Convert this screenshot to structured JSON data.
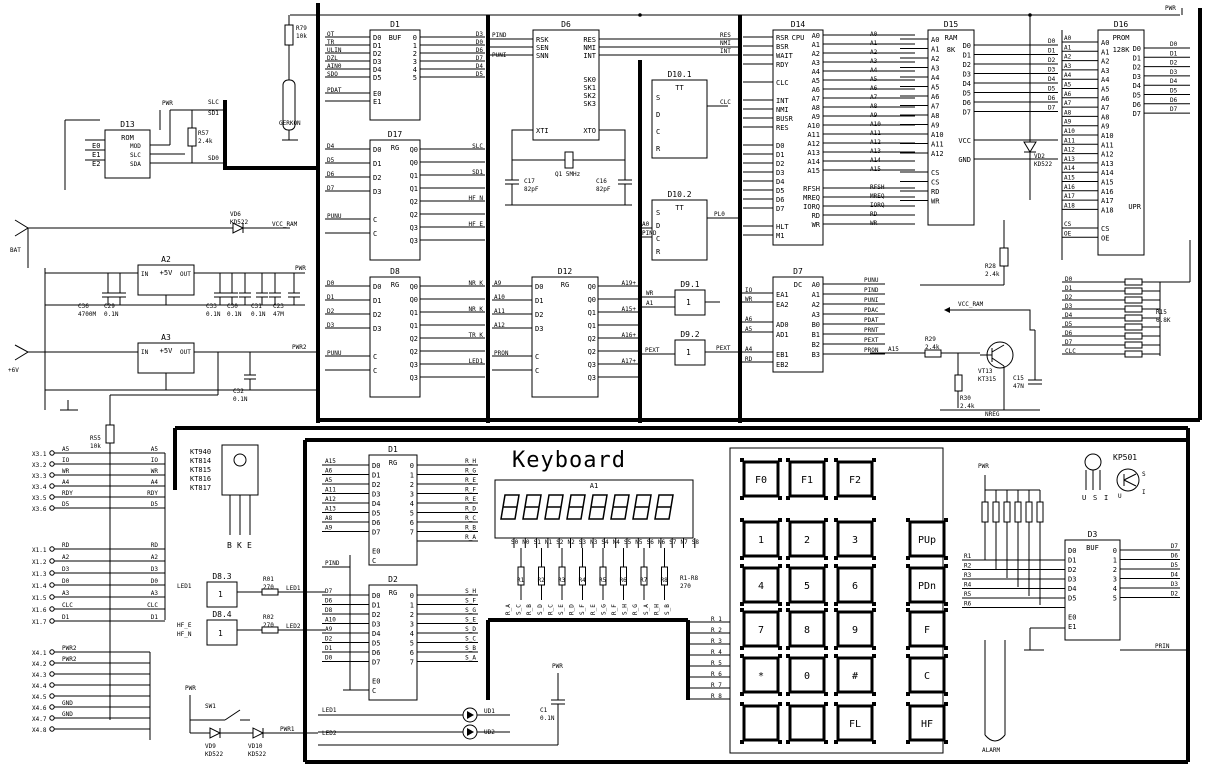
{
  "schematic": {
    "keyboard_title": "Keyboard",
    "chips": {
      "d1": {
        "ref": "D1",
        "type": "BUF"
      },
      "d17": {
        "ref": "D17",
        "type": "RG"
      },
      "d8": {
        "ref": "D8",
        "type": "RG"
      },
      "d6": {
        "ref": "D6"
      },
      "d12": {
        "ref": "D12",
        "type": "RG"
      },
      "d10_1": {
        "ref": "D10.1",
        "type": "TT"
      },
      "d10_2": {
        "ref": "D10.2",
        "type": "TT"
      },
      "d9_1": {
        "ref": "D9.1"
      },
      "d9_2": {
        "ref": "D9.2"
      },
      "d14": {
        "ref": "D14",
        "type": "CPU"
      },
      "d7": {
        "ref": "D7",
        "type": "DC"
      },
      "d15": {
        "ref": "D15",
        "type": "RAM",
        "size": "8K"
      },
      "d16": {
        "ref": "D16",
        "type": "PROM",
        "size": "128K"
      },
      "d13": {
        "ref": "D13",
        "type": "ROM"
      },
      "a2": {
        "ref": "A2",
        "type": "+5V"
      },
      "a3": {
        "ref": "A3",
        "type": "+5V"
      },
      "kd1": {
        "ref": "D1",
        "type": "RG"
      },
      "kd2": {
        "ref": "D2",
        "type": "RG"
      },
      "kd3": {
        "ref": "D3",
        "type": "BUF"
      },
      "kd8_3": {
        "ref": "D8.3"
      },
      "kd8_4": {
        "ref": "D8.4"
      },
      "a1": {
        "ref": "A1"
      }
    },
    "transistor_types": [
      "KT940",
      "KT814",
      "KT815",
      "KT816",
      "KT817"
    ],
    "transistor_pins": [
      "B",
      "K",
      "E"
    ],
    "photo_sensor": "KP501",
    "photo_pins": [
      "U",
      "S",
      "I"
    ],
    "components": {
      "r79": "R79\n10k",
      "r57": "R57\n2.4k",
      "r55": "R55\n10k",
      "r28": "R28\n2.4k",
      "r29": "R29\n2.4k",
      "r30": "R30\n2.4k",
      "r15": "R15\n6.8K",
      "r01": "R01\n270",
      "r02": "R02\n270",
      "ra": "R1-R8\n270",
      "vt13": "VT13\nKT315",
      "vd2": "VD2\nKD522",
      "vd6": "VD6\nKD522",
      "vd9": "VD9\nKD522",
      "vd10": "VD10\nKD522",
      "q1": "Q1 5MHz",
      "c17": "C17\n82pF",
      "c16": "C16\n82pF",
      "c36": "C36\n4700M",
      "c29": "C29\n0.1N",
      "c33": "C33\n0.1N",
      "c30": "C30\n0.1N",
      "c31": "C31\n0.1N",
      "c23": "C23\n47M",
      "c32": "C32\n0.1N",
      "c15": "C15\n47N",
      "c1": "C1\n0.1N",
      "gerkon": "GERKON",
      "sw1": "SW1",
      "alarm": "ALARM",
      "ud1": "UD1",
      "ud2": "UD2"
    },
    "nets": {
      "pwr": "PWR",
      "pwr2": "PWR2",
      "vcc_ram": "VCC_RAM",
      "bat": "BAT",
      "plus6v": "+6V",
      "gnd": "GND",
      "pwr1": "PWR1",
      "nreg": "NREG",
      "slc": "SLC",
      "sd1": "SD1",
      "sd0": "SD0",
      "led1": "LED1",
      "led2": "LED2",
      "clc": "CLC",
      "res": "RES"
    },
    "keypad": {
      "rows": [
        [
          "F0",
          "F1",
          "F2",
          ""
        ],
        [
          "1",
          "2",
          "3",
          "PUp"
        ],
        [
          "4",
          "5",
          "6",
          "PDn"
        ],
        [
          "7",
          "8",
          "9",
          "F"
        ],
        [
          "*",
          "0",
          "#",
          "C"
        ],
        [
          "",
          "",
          "FL",
          "HF"
        ]
      ]
    },
    "connectors": {
      "x3": [
        "X3.1",
        "X3.2",
        "X3.3",
        "X3.4",
        "X3.5",
        "X3.6"
      ],
      "x3_sig": [
        "A5",
        "IO",
        "WR",
        "A4",
        "RDY",
        "D5"
      ],
      "x1": [
        "X1.1",
        "X1.2",
        "X1.3",
        "X1.4",
        "X1.5",
        "X1.6",
        "X1.7"
      ],
      "x1_sig": [
        "RD",
        "A2",
        "D3",
        "D0",
        "A3",
        "CLC",
        "D1"
      ],
      "x4": [
        "X4.1",
        "X4.2",
        "X4.3",
        "X4.4",
        "X4.5",
        "X4.6",
        "X4.7",
        "X4.8"
      ],
      "x4_sig": [
        "PWR2",
        "PWR2",
        "",
        "",
        "",
        "GND",
        "GND",
        ""
      ]
    },
    "pin_lists": {
      "d14_left": [
        "RSR",
        "BSR",
        "WAIT",
        "RDY",
        "",
        "CLC",
        "",
        "INT",
        "NMI",
        "BUSR",
        "RES",
        "",
        "D0",
        "D1",
        "D2",
        "D3",
        "D4",
        "D5",
        "D6",
        "D7",
        "",
        "HLT",
        "M1"
      ],
      "d14_right": [
        "A0",
        "A1",
        "A2",
        "A3",
        "A4",
        "A5",
        "A6",
        "A7",
        "A8",
        "A9",
        "A10",
        "A11",
        "A12",
        "A13",
        "A14",
        "A15",
        "",
        "RFSH",
        "MREQ",
        "IORQ",
        "RD",
        "WR"
      ],
      "d15_left": [
        "A0",
        "A1",
        "A2",
        "A3",
        "A4",
        "A5",
        "A6",
        "A7",
        "A8",
        "A9",
        "A10",
        "A11",
        "A12",
        "",
        "CS",
        "CS",
        "RD",
        "WR"
      ],
      "d15_right": [
        "D0",
        "D1",
        "D2",
        "D3",
        "D4",
        "D5",
        "D6",
        "D7",
        "",
        "",
        "VCC",
        "",
        "GND"
      ],
      "d16_left": [
        "A0",
        "A1",
        "A2",
        "A3",
        "A4",
        "A5",
        "A6",
        "A7",
        "A8",
        "A9",
        "A10",
        "A11",
        "A12",
        "A13",
        "A14",
        "A15",
        "A16",
        "A17",
        "A18",
        "",
        "CS",
        "OE"
      ],
      "d16_right": [
        "D0",
        "D1",
        "D2",
        "D3",
        "D4",
        "D5",
        "D6",
        "D7",
        "",
        "",
        "",
        "",
        "",
        "",
        "",
        "",
        "",
        "UPR"
      ],
      "d1_in": [
        "D0",
        "D1",
        "D2",
        "D3",
        "D4",
        "D5",
        "",
        "E0",
        "E1"
      ],
      "d1_out": [
        "0",
        "1",
        "2",
        "3",
        "4",
        "5"
      ],
      "d1_sig_l": [
        "OT",
        "TR",
        "ULIN",
        "DZL",
        "AIN0",
        "SDO",
        "",
        "PDAT",
        ""
      ],
      "d1_sig_r": [
        "D3",
        "D0",
        "D6",
        "D7",
        "D4",
        "D5"
      ],
      "d17_in": [
        "D0",
        "D1",
        "D2",
        "D3",
        "",
        "C",
        "C"
      ],
      "d17_sig_l": [
        "D4",
        "D5",
        "D6",
        "D7",
        "",
        "PUNU",
        ""
      ],
      "d17_sig_r": [
        "SLC",
        "",
        "SD1",
        "",
        "HF_N",
        "",
        "HF_E",
        ""
      ],
      "d8_sig_l": [
        "D0",
        "D1",
        "D2",
        "D3",
        "",
        "PUNU",
        ""
      ],
      "d8_sig_r": [
        "NR_K",
        "",
        "NR_K",
        "",
        "TR_K",
        "",
        "LED1",
        ""
      ],
      "d12_sig_l": [
        "A9",
        "A10",
        "A11",
        "A12",
        "",
        "PRON",
        ""
      ],
      "d12_sig_r": [
        "A19+",
        "",
        "A15+",
        "",
        "A16+",
        "",
        "A17+",
        ""
      ],
      "d6_left": [
        "RSK",
        "SEN",
        "SNN",
        "",
        "XTI"
      ],
      "d6_right": [
        "RES",
        "NMI",
        "INT",
        "",
        "SK0",
        "SK1",
        "SK2",
        "SK3",
        "",
        "XTO"
      ],
      "d7_left": [
        "EA1",
        "EA2",
        "",
        "AD0",
        "AD1",
        "",
        "EB1",
        "EB2"
      ],
      "d7_right": [
        "A0",
        "A1",
        "A2",
        "A3",
        "B0",
        "B1",
        "B2",
        "B3"
      ],
      "d7_sig_r": [
        "PUNU",
        "PIND",
        "PUNI",
        "PDAC",
        "PDAT",
        "PRNT",
        "PEXT",
        "PRON"
      ],
      "d7_sig_l": [
        "IO",
        "WR",
        "A6",
        "A5",
        "A4",
        "RD"
      ],
      "kd1_sig_l": [
        "A15",
        "A6",
        "A5",
        "A11",
        "A12",
        "A13",
        "A8",
        "A9"
      ],
      "kd1_sig_r": [
        "R_H",
        "R_G",
        "R_E",
        "R_F",
        "R_E",
        "R_D",
        "R_C",
        "R_B",
        "R_A"
      ],
      "kd2_sig_l": [
        "D7",
        "D6",
        "D8",
        "A10",
        "A9",
        "D2",
        "D1",
        "D0"
      ],
      "kd2_sig_r": [
        "S_H",
        "S_F",
        "S_G",
        "S_E",
        "S_D",
        "S_C",
        "S_B",
        "S_A"
      ],
      "kd3_sig_l": [
        "R1",
        "R2",
        "R3",
        "R4",
        "R5",
        "R6"
      ],
      "kd3_sig_r": [
        "D7",
        "D6",
        "D5",
        "D4",
        "D3",
        "D2"
      ],
      "a1_pins": [
        "S0",
        "N0",
        "S1",
        "N1",
        "S2",
        "N2",
        "S3",
        "N3",
        "S4",
        "N4",
        "S5",
        "N5",
        "S6",
        "N6",
        "S7",
        "N7",
        "S8"
      ],
      "a1_bottom": [
        "R_A",
        "S_C",
        "R_B",
        "S_D",
        "R_C",
        "S_E",
        "R_D",
        "S_F",
        "R_E",
        "S_G",
        "R_F",
        "S_H",
        "R_G",
        "S_A",
        "R_H",
        "S_B"
      ],
      "kbd_rows": [
        "R_1",
        "R_2",
        "R_3",
        "R_4",
        "R_5",
        "R_6",
        "R_7",
        "R_8"
      ],
      "r15_sig": [
        "D0",
        "D1",
        "D2",
        "D3",
        "D4",
        "D5",
        "D6",
        "D7",
        "CLC"
      ]
    }
  }
}
